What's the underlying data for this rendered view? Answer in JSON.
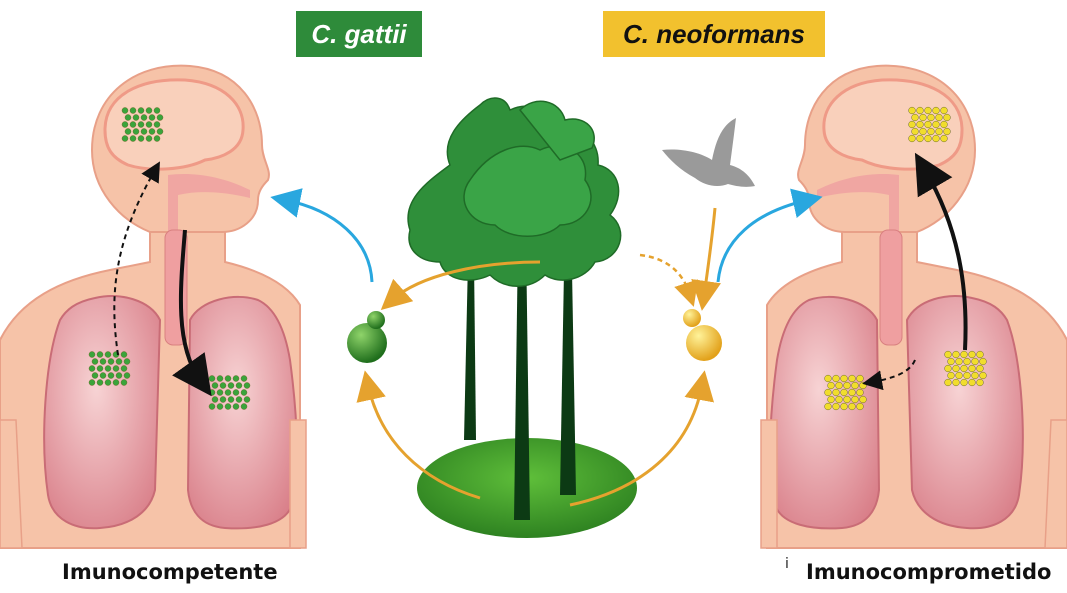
{
  "labels": {
    "species_left": "C. gattii",
    "species_right": "C. neoformans",
    "caption_left": "Imunocompetente",
    "caption_right": "Imunocomprometido",
    "mark": "i"
  },
  "colors": {
    "gattii_badge": "#2e8b3a",
    "neoformans_badge": "#f2c12e",
    "skin": "#f6c3a8",
    "skin_outline": "#e8a088",
    "lung": "#e7a3a9",
    "airway": "#ef9fa0",
    "arrow_blue": "#29a7df",
    "arrow_orange": "#e5a22e",
    "tree_green": "#2f8f3a",
    "trunk": "#0c3a14",
    "ground": "#3f9a2b",
    "gattii_cells": "#3aa43b",
    "neoformans_cells": "#f1dd2c",
    "pigeon": "#9a9a9a"
  }
}
